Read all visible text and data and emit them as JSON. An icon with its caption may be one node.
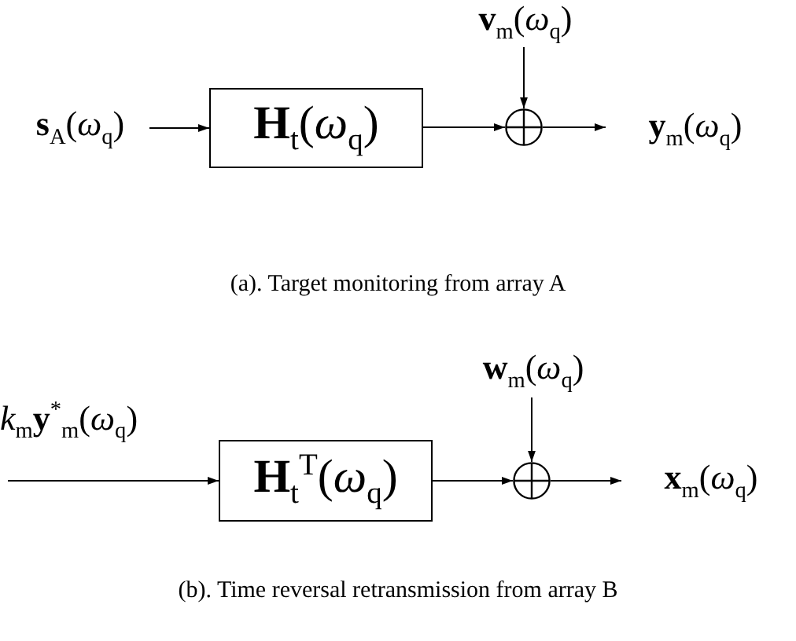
{
  "diagram": {
    "nodes": [
      {
        "text": [
          "**s**$_{A}$(*ω*$_{q}$)"
        ]
      },
      {
        "text": [
          "**H**$_{t}$(*ω*$_{q}$)"
        ]
      },
      {
        "text": [],
        "shape": "circle"
      },
      {
        "text": [
          "**v**$_{m}$(*ω*$_{q}$)"
        ]
      },
      {
        "text": [
          "**y**$_{m}$(*ω*$_{q}$)"
        ]
      },
      {
        "text": [
          "**H**$_{t}$$^{T}$(*ω*$_{q}$)"
        ]
      },
      {
        "text": [],
        "shape": "circle"
      },
      {
        "text": [
          "**w**$_{m}$(*ω*$_{q}$)"
        ]
      },
      {
        "text": [
          "**x**$_{m}$(*ω*$_{q}$)"
        ]
      }
    ],
    "edges": [
      {
        "from": 0,
        "to": 1,
        "arrow": "to"
      },
      {
        "from": 1,
        "to": 2,
        "arrow": "to"
      },
      {
        "from": 3,
        "to": 2,
        "arrow": "to"
      },
      {
        "from": 2,
        "to": 4,
        "arrow": "to"
      },
      {
        "from": null,
        "to": 5,
        "arrow": "to",
        "label": "*k*$_{m}$**y**$^{*}$$_{m}$(*ω*$_{q}$)"
      },
      {
        "from": 5,
        "to": 6,
        "arrow": "to"
      },
      {
        "from": 7,
        "to": 6,
        "arrow": "to"
      },
      {
        "from": 6,
        "to": 8,
        "arrow": "to"
      }
    ],
    "labels": [
      "(a). Target monitoring from array A",
      "(b). Time reversal retransmission from array B"
    ]
  }
}
